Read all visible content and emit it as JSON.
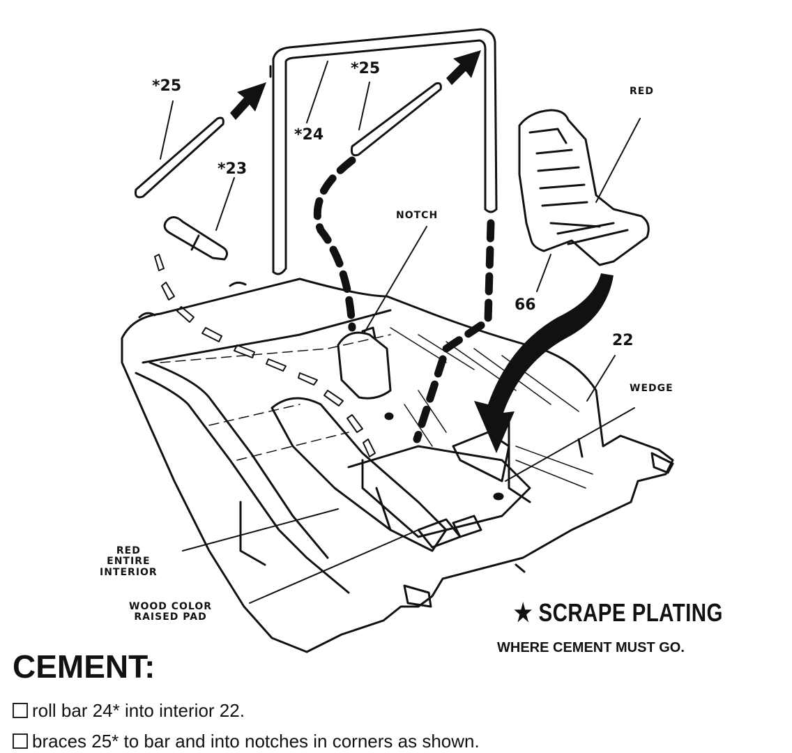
{
  "labels": {
    "part_25_left": "*25",
    "part_25_right": "*25",
    "part_24": "*24",
    "part_23": "*23",
    "notch": "NOTCH",
    "red_seat": "RED",
    "part_66": "66",
    "part_22": "22",
    "wedge": "WEDGE",
    "red_interior_line1": "RED",
    "red_interior_line2": "ENTIRE",
    "red_interior_line3": "INTERIOR",
    "wood_line1": "WOOD COLOR",
    "wood_line2": "RAISED PAD"
  },
  "note": {
    "star": "★",
    "title": "SCRAPE PLATING",
    "subtitle": "WHERE CEMENT MUST GO."
  },
  "cement": {
    "heading": "CEMENT:",
    "steps": [
      "roll bar 24* into interior 22.",
      "braces 25* to bar and into notches in corners as shown."
    ]
  },
  "icons": {
    "checkbox": "checkbox-icon",
    "arrow": "arrow-icon"
  }
}
